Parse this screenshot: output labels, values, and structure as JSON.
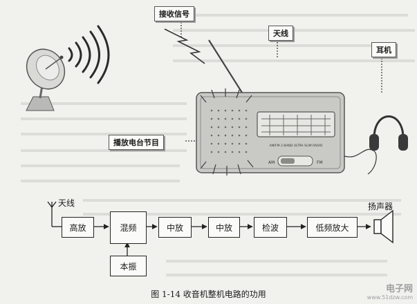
{
  "labels": {
    "receive_signal": "接收信号",
    "antenna": "天线",
    "earphone": "耳机",
    "broadcast_program": "播放电台节目"
  },
  "radio": {
    "band_label": "AM/FM 2 BAND ULTRA SLIM RADIO",
    "am_label": "AM",
    "fm_label": "FM"
  },
  "block_diagram": {
    "antenna_label": "天线",
    "speaker_label": "扬声器",
    "blocks": {
      "rf_amp": "高放",
      "mixer": "混频",
      "if_amp_1": "中放",
      "if_amp_2": "中放",
      "detector": "检波",
      "af_amp": "低频放大",
      "local_osc": "本振"
    }
  },
  "caption": "图 1-14    收音机整机电路的功用",
  "watermark": {
    "brand": "电子网",
    "url": "www.51dzw.com"
  },
  "colors": {
    "line": "#222222",
    "radio_body": "#c9c9c5",
    "tag_background": "#fafaf8"
  }
}
